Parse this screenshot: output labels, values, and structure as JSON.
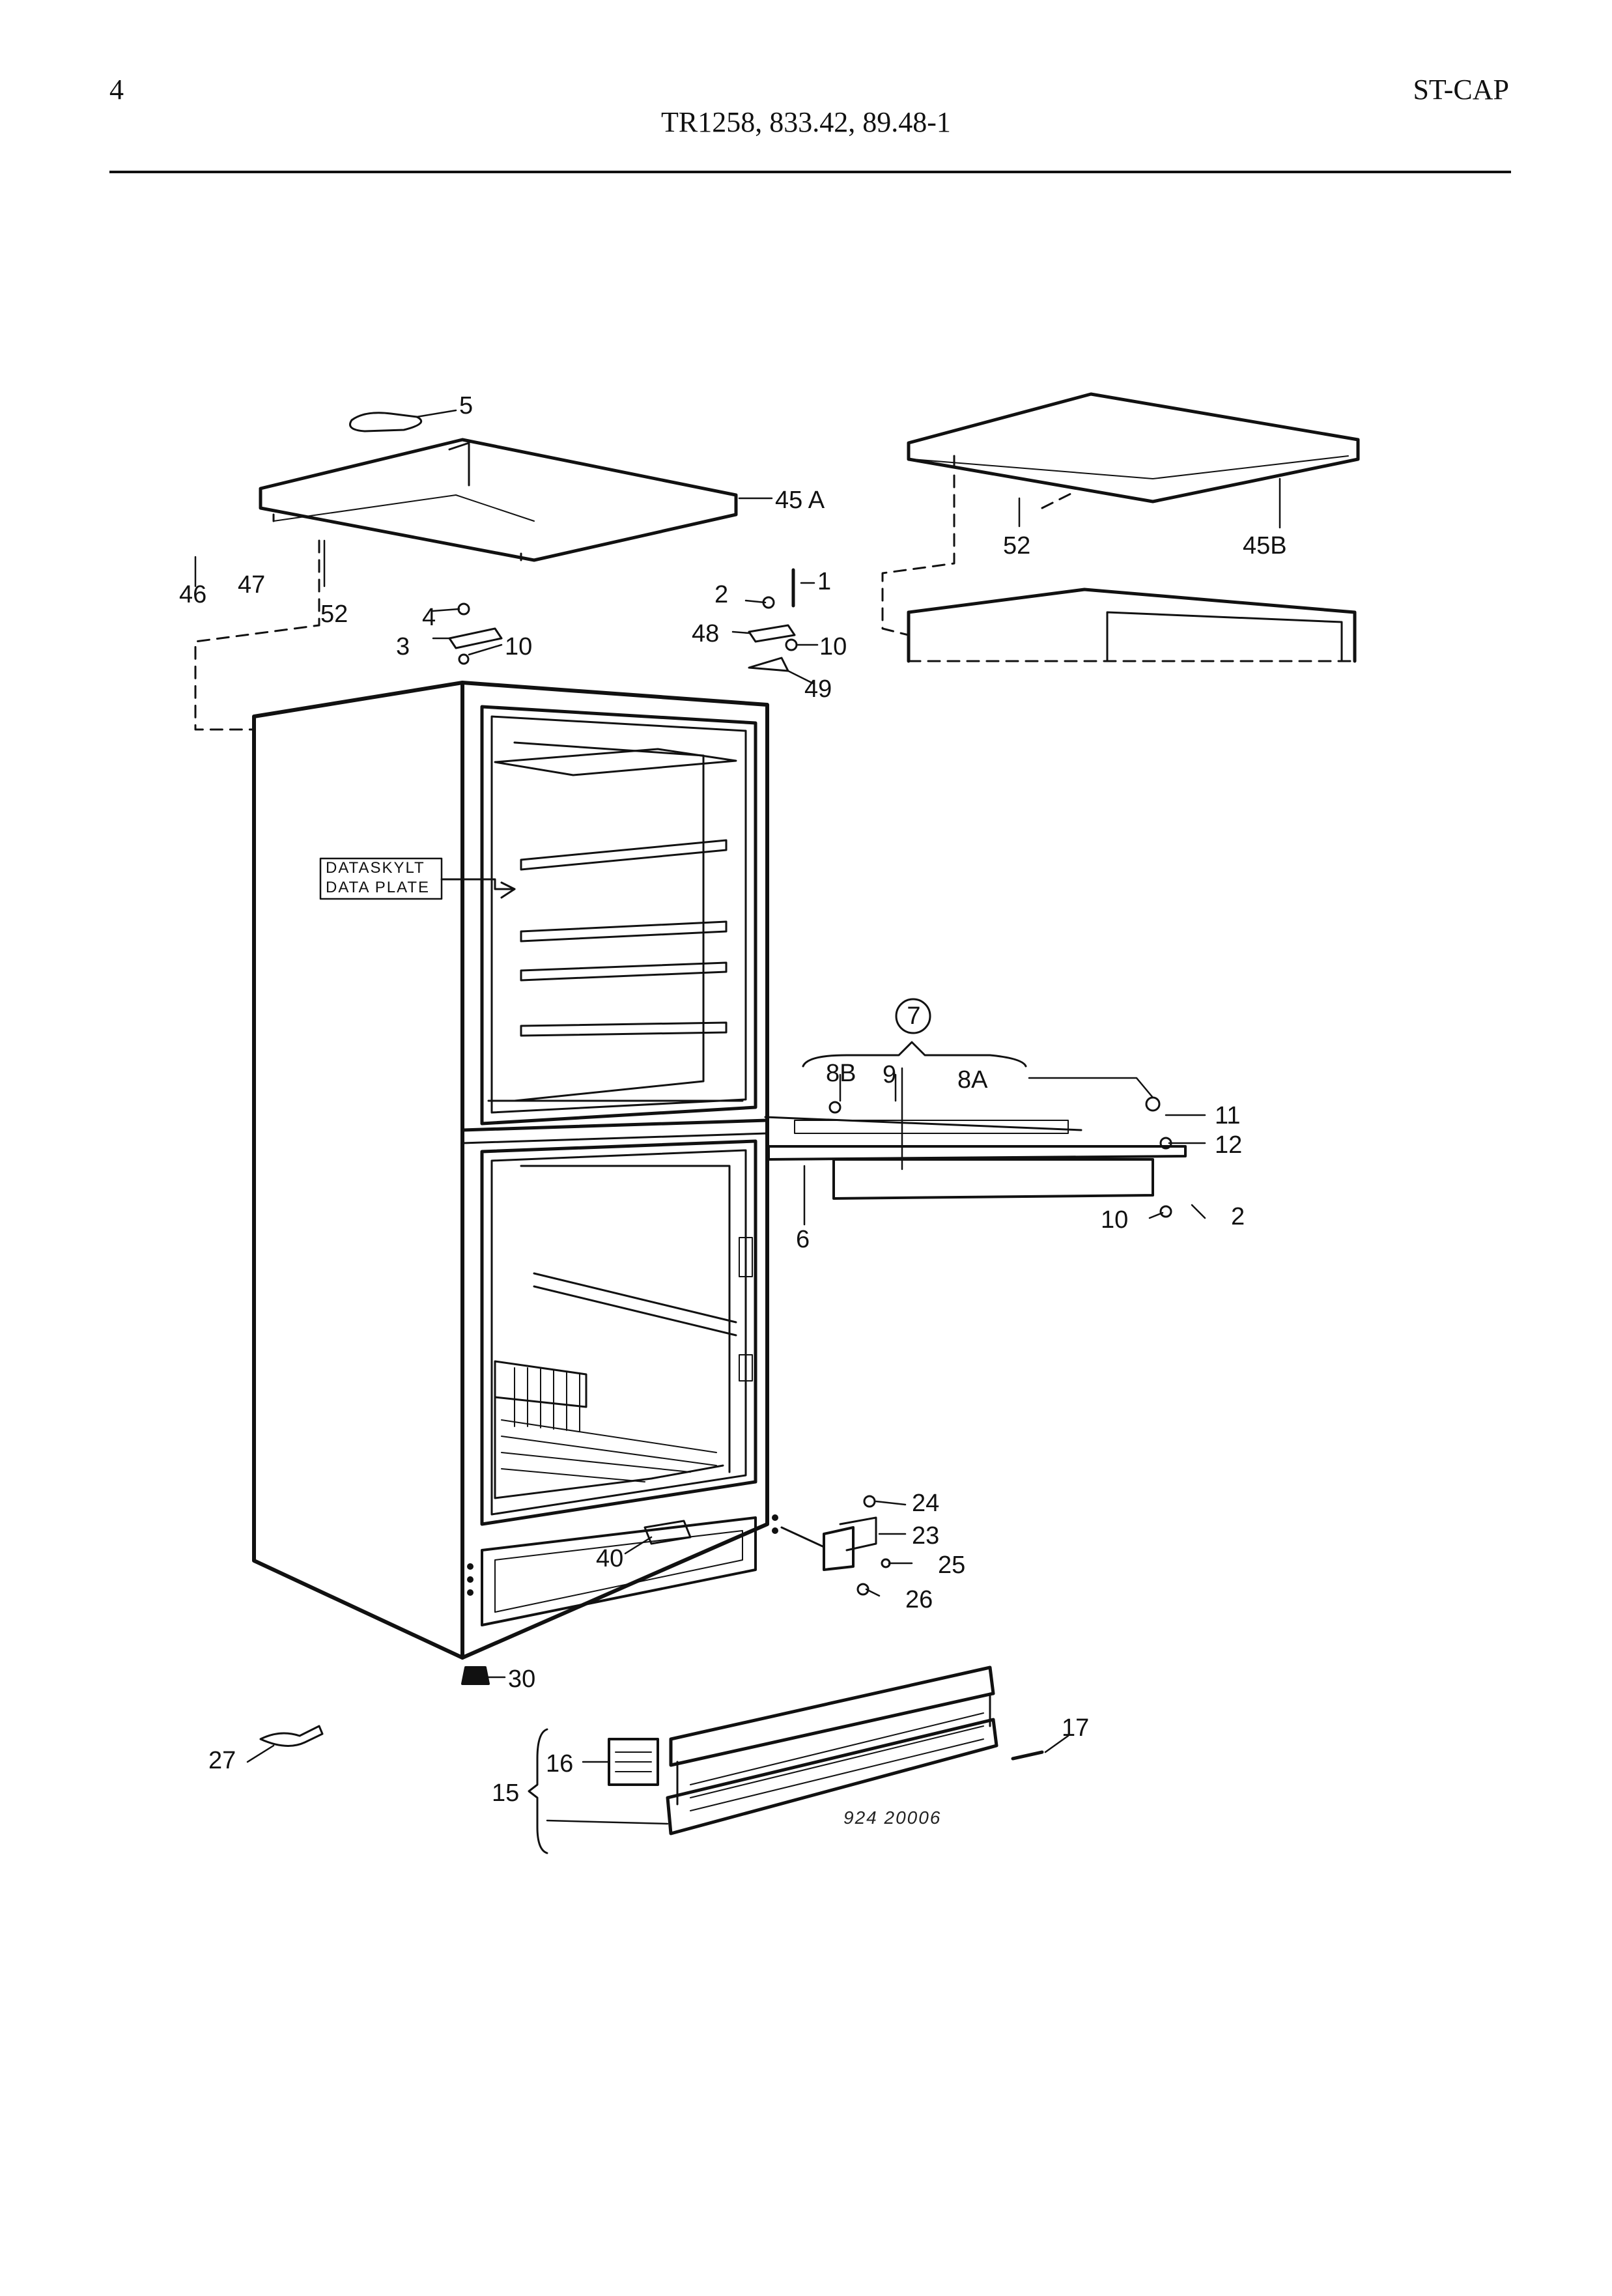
{
  "header": {
    "page_number": "4",
    "brand": "ST-CAP",
    "model_title": "TR1258, 833.42, 89.48-1"
  },
  "diagram": {
    "data_plate_text": [
      "DATASKYLT",
      "DATA PLATE"
    ],
    "group_label": "7",
    "serial_number": "924 20006",
    "callouts": {
      "c5": "5",
      "c45a": "45 A",
      "c45b": "45B",
      "c46": "46",
      "c47": "47",
      "c52a": "52",
      "c52b": "52",
      "c4": "4",
      "c3": "3",
      "c10a": "10",
      "c2a": "2",
      "c1": "1",
      "c48": "48",
      "c10b": "10",
      "c49": "49",
      "c8b": "8B",
      "c9": "9",
      "c8a": "8A",
      "c11": "11",
      "c12": "12",
      "c2b": "2",
      "c10c": "10",
      "c6": "6",
      "c24": "24",
      "c23": "23",
      "c25": "25",
      "c26": "26",
      "c40": "40",
      "c30": "30",
      "c27": "27",
      "c16": "16",
      "c15": "15",
      "c17": "17"
    }
  }
}
